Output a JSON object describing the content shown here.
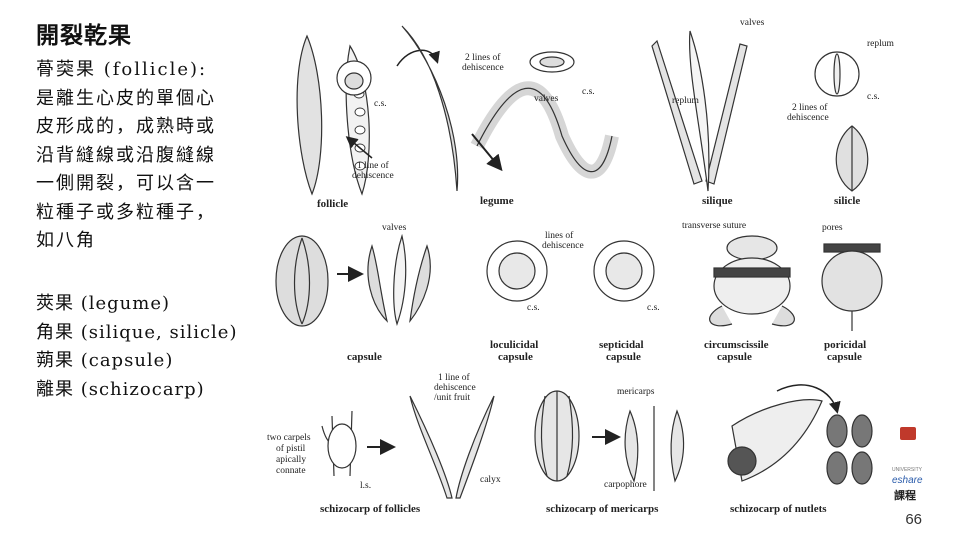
{
  "slide": {
    "title": "開裂乾果",
    "para1": [
      "蓇葖果 (follicle):",
      "是離生心皮的單個心",
      "皮形成的，成熟時或",
      "沿背縫線或沿腹縫線",
      "一側開裂，可以含一",
      "粒種子或多粒種子，",
      "如八角"
    ],
    "para2": [
      "莢果 (legume)",
      "角果 (silique, silicle)",
      "蒴果 (capsule)",
      "離果 (schizocarp)"
    ],
    "page_number": "66"
  },
  "figure": {
    "captions": {
      "follicle": "follicle",
      "legume": "legume",
      "silique": "silique",
      "silicle": "silicle",
      "capsule": "capsule",
      "loculicidal": "loculicidal",
      "septicidal": "septicidal",
      "circumscissile": "circumscissile",
      "poricidal": "poricidal",
      "capsule_word": "capsule",
      "schizocarp_follicles": "schizocarp of follicles",
      "schizocarp_mericarps": "schizocarp of mericarps",
      "schizocarp_nutlets": "schizocarp of nutlets"
    },
    "labels": {
      "cs": "c.s.",
      "two_lines_1": "2 lines of",
      "two_lines_2": "dehiscence",
      "one_line_1": "1 line of",
      "one_line_2": "dehiscence",
      "valves": "valves",
      "replum": "replum",
      "lines_of_1": "lines of",
      "lines_of_2": "dehiscence",
      "transverse_suture": "transverse suture",
      "pores": "pores",
      "two_carpels": [
        "two carpels",
        "of pistil",
        "apically",
        "connate"
      ],
      "ls": "l.s.",
      "deh_unit": [
        "1 line of",
        "dehiscence",
        "/unit fruit"
      ],
      "calyx": "calyx",
      "mericarps": "mericarps",
      "carpophore": "carpophore"
    }
  },
  "logo": {
    "brand_top": "UNIVERSITY",
    "brand_mid": "eshare",
    "brand_bottom": "課程"
  }
}
